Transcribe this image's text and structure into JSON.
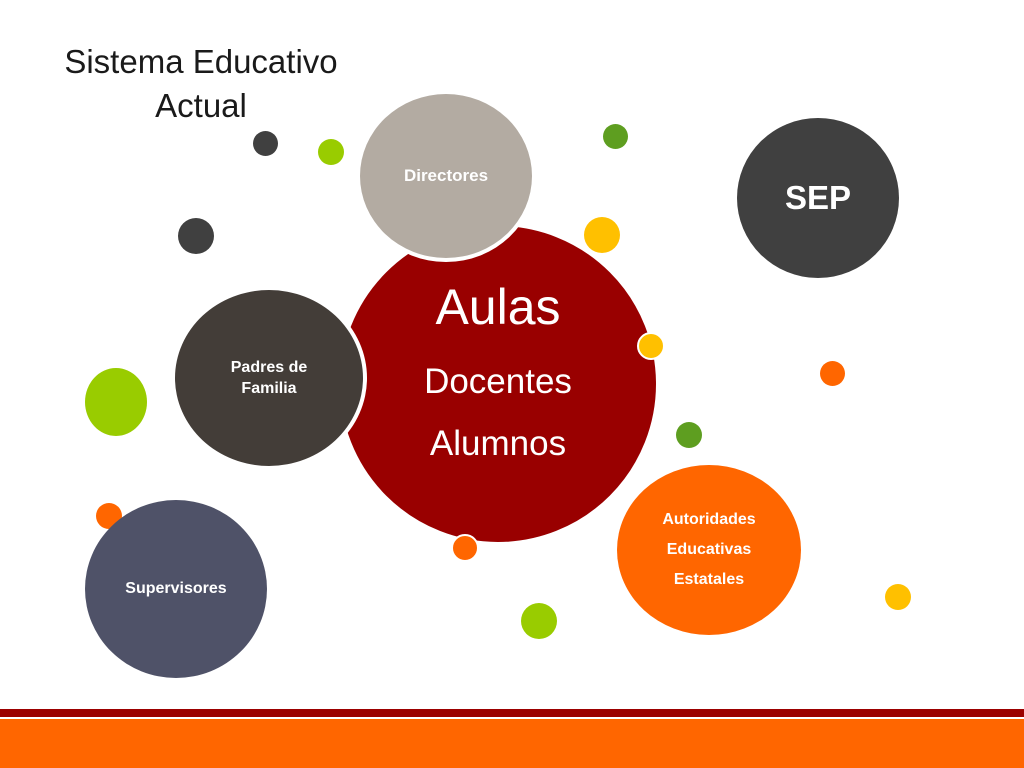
{
  "title": {
    "line1": "Sistema Educativo",
    "line2": "Actual"
  },
  "nodes": {
    "aulas": {
      "title": "Aulas",
      "line2": "Docentes",
      "line3": "Alumnos",
      "color": "#990000"
    },
    "directores": {
      "label": "Directores",
      "color": "#b3aba2"
    },
    "sep": {
      "label": "SEP",
      "color": "#404040"
    },
    "padres": {
      "line1": "Padres de",
      "line2": "Familia",
      "color": "#433d38"
    },
    "supervisores": {
      "label": "Supervisores",
      "color": "#4f5268"
    },
    "autoridades": {
      "line1": "Autoridades",
      "line2": "Educativas",
      "line3": "Estatales",
      "color": "#ff6600"
    }
  },
  "decor_colors": {
    "dark_gray": "#404040",
    "lime": "#99cc00",
    "green": "#5e9e20",
    "yellow": "#ffc000",
    "orange": "#ff6600"
  },
  "footer_colors": {
    "bar_top": "#9c0000",
    "bar_bottom": "#ff6600"
  }
}
